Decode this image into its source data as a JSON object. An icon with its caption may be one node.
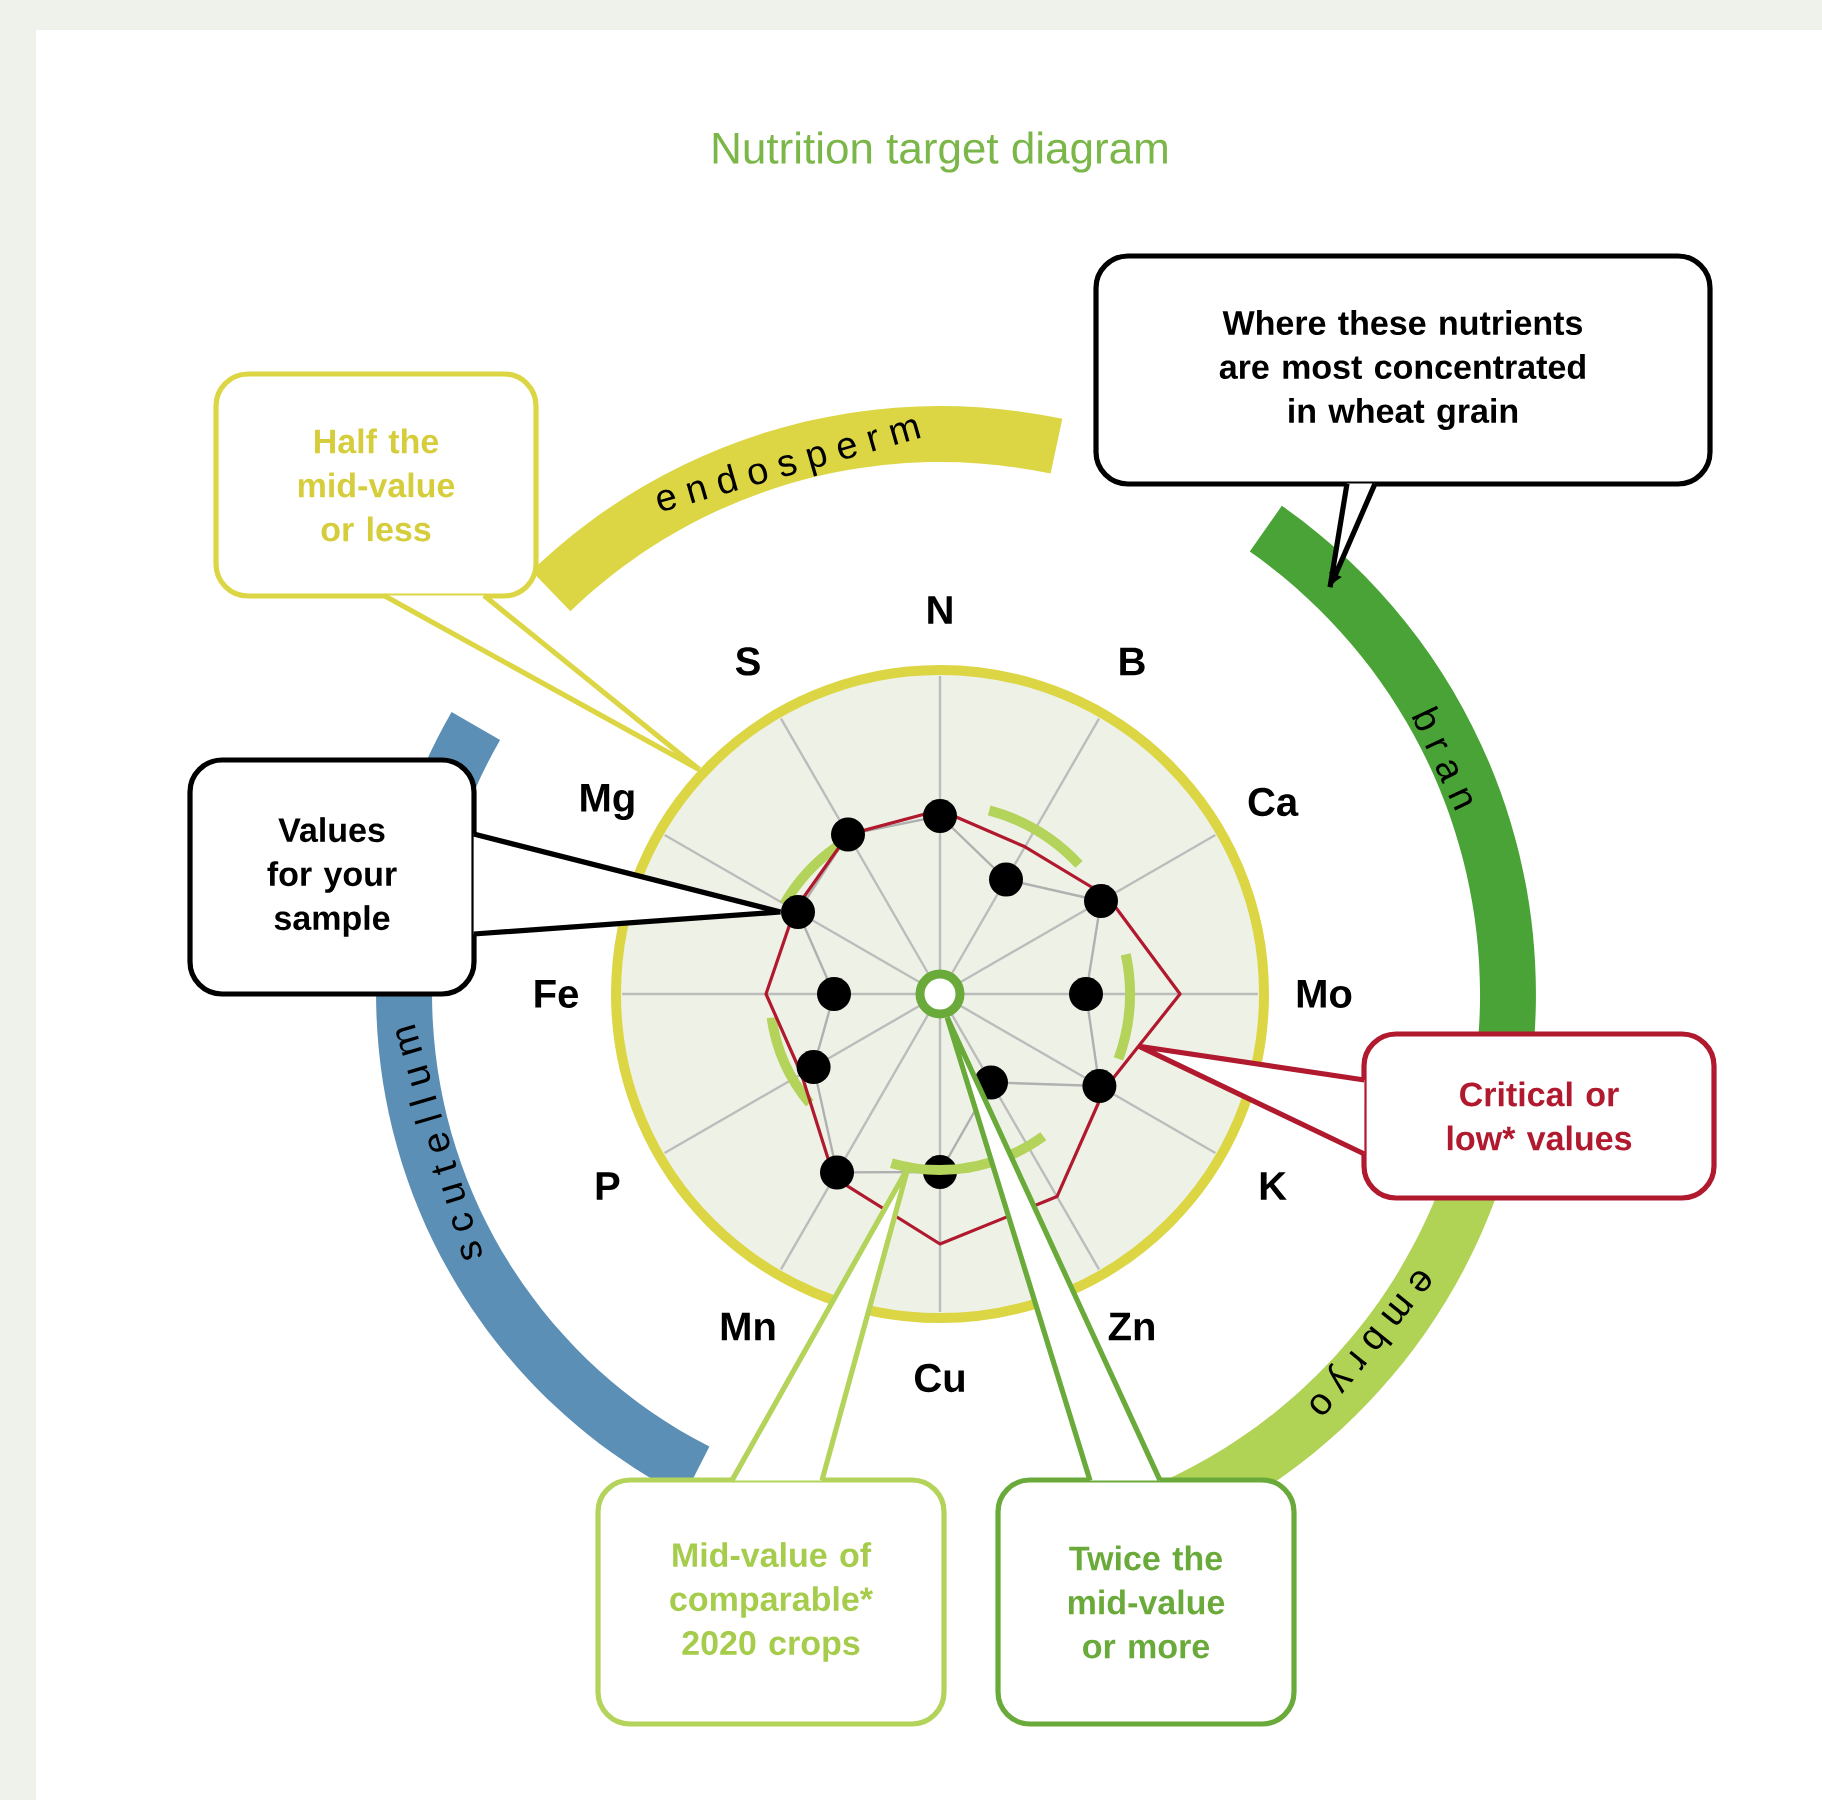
{
  "diagram": {
    "title": "Nutrition target diagram",
    "nodes": [
      {
        "text": [
          "Where these nutrients are most concentrated in wheat grain"
        ]
      },
      {
        "text": [
          "Half the mid-value or less"
        ]
      },
      {
        "text": [
          "e n d o s p e r m"
        ]
      },
      {
        "text": [
          "b r a n"
        ]
      },
      {
        "text": [],
        "shape": "circle"
      },
      {
        "text": [],
        "shape": "polygon",
        "in": 4
      },
      {
        "text": [],
        "shape": "dot",
        "in": 5
      },
      {
        "text": [],
        "shape": "dot",
        "in": 5
      },
      {
        "text": [],
        "shape": "dot",
        "in": 5
      },
      {
        "text": [],
        "shape": "dot",
        "in": 5
      },
      {
        "text": [],
        "shape": "dot",
        "in": 5
      },
      {
        "text": [],
        "shape": "dot",
        "in": 5
      },
      {
        "text": [],
        "shape": "dot",
        "in": 5
      },
      {
        "text": [],
        "shape": "dot",
        "in": 5
      },
      {
        "text": [],
        "shape": "dot",
        "in": 5
      },
      {
        "text": [],
        "shape": "dot",
        "in": 5
      },
      {
        "text": [],
        "shape": "dot",
        "in": 5
      },
      {
        "text": [],
        "shape": "dot",
        "in": 5
      },
      {
        "text": [],
        "shape": "ring",
        "in": 5
      },
      {
        "text": [],
        "shape": "arc",
        "in": 5
      },
      {
        "text": [
          "Values for your sample"
        ]
      },
      {
        "text": [
          "s c u t e l l u m"
        ]
      },
      {
        "text": [
          "Critical or low* values"
        ]
      },
      {
        "text": [
          "e m b r y o"
        ]
      },
      {
        "text": [
          "Mid-value of comparable* 2020 crops"
        ]
      },
      {
        "text": [
          "Twice the mid-value or more"
        ]
      }
    ],
    "edges": [
      {
        "from": 0,
        "to": 3,
        "arrow": "to"
      },
      {
        "from": 1,
        "to": 4,
        "arrow": "none",
        "color": "#dcd645"
      },
      {
        "from": 20,
        "to": 9,
        "arrow": "none"
      },
      {
        "from": 22,
        "to": 5,
        "arrow": "none",
        "color": "#b0192e"
      },
      {
        "from": 24,
        "to": 19,
        "arrow": "none",
        "color": "#b3d35a"
      },
      {
        "from": 25,
        "to": 18,
        "arrow": "none",
        "color": "#6aaa3a"
      }
    ],
    "labels": [
      "N",
      "S",
      "B",
      "Mg",
      "Ca",
      "Fe",
      "Mo",
      "P",
      "K",
      "Mn",
      "Zn",
      "Cu"
    ]
  }
}
